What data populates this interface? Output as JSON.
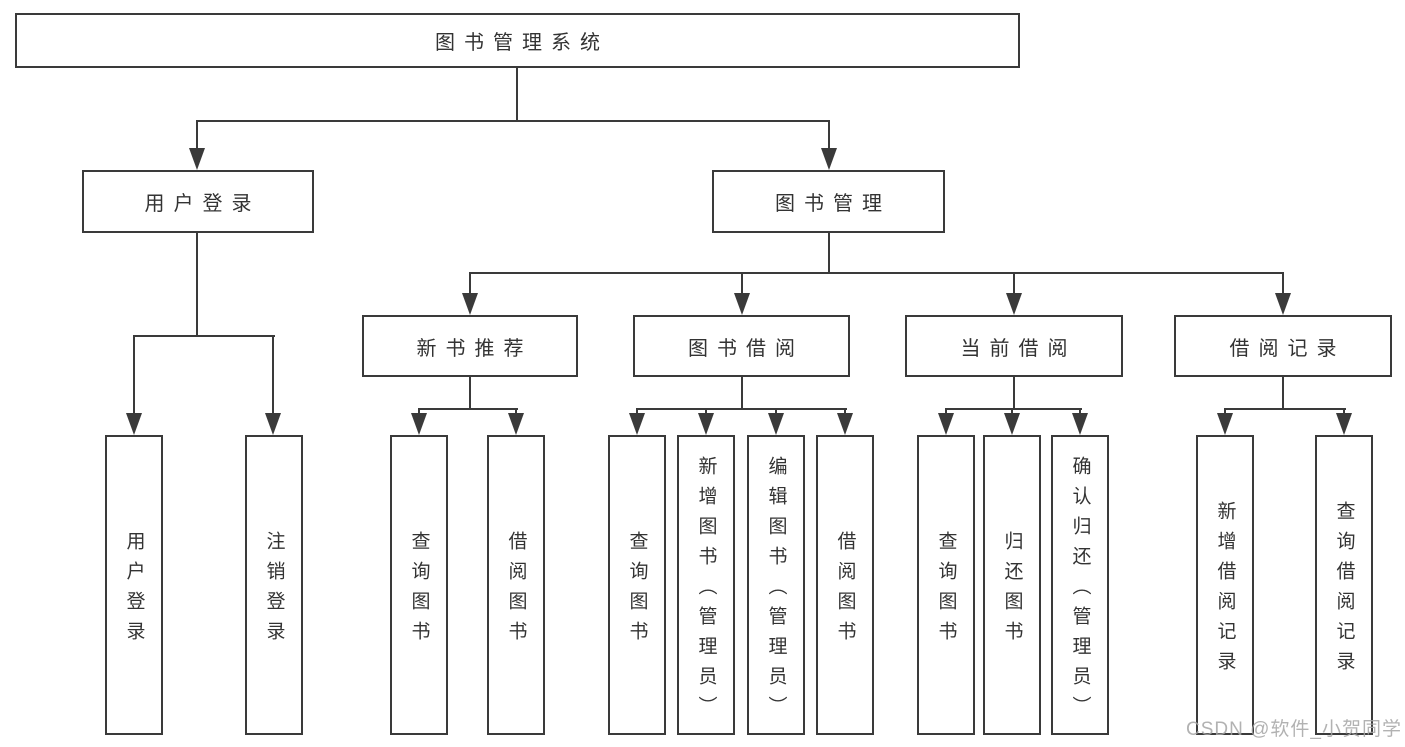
{
  "diagram": {
    "type": "hierarchy-tree",
    "colors": {
      "line": "#3a3a3a",
      "box_border": "#3a3a3a",
      "box_fill": "#ffffff",
      "text": "#333333",
      "watermark": "#a5a5a5",
      "background": "#ffffff"
    },
    "root": {
      "label": "图书管理系统"
    },
    "groups": [
      {
        "label": "用户登录",
        "children": [
          {
            "label": "用户登录"
          },
          {
            "label": "注销登录"
          }
        ]
      },
      {
        "label": "图书管理",
        "subgroups": [
          {
            "label": "新书推荐",
            "children": [
              {
                "label": "查询图书"
              },
              {
                "label": "借阅图书"
              }
            ]
          },
          {
            "label": "图书借阅",
            "children": [
              {
                "label": "查询图书"
              },
              {
                "label": "新增图书（管理员）"
              },
              {
                "label": "编辑图书（管理员）"
              },
              {
                "label": "借阅图书"
              }
            ]
          },
          {
            "label": "当前借阅",
            "children": [
              {
                "label": "查询图书"
              },
              {
                "label": "归还图书"
              },
              {
                "label": "确认归还（管理员）"
              }
            ]
          },
          {
            "label": "借阅记录",
            "children": [
              {
                "label": "新增借阅记录"
              },
              {
                "label": "查询借阅记录"
              }
            ]
          }
        ]
      }
    ],
    "watermark": "CSDN @软件_小贺同学"
  }
}
